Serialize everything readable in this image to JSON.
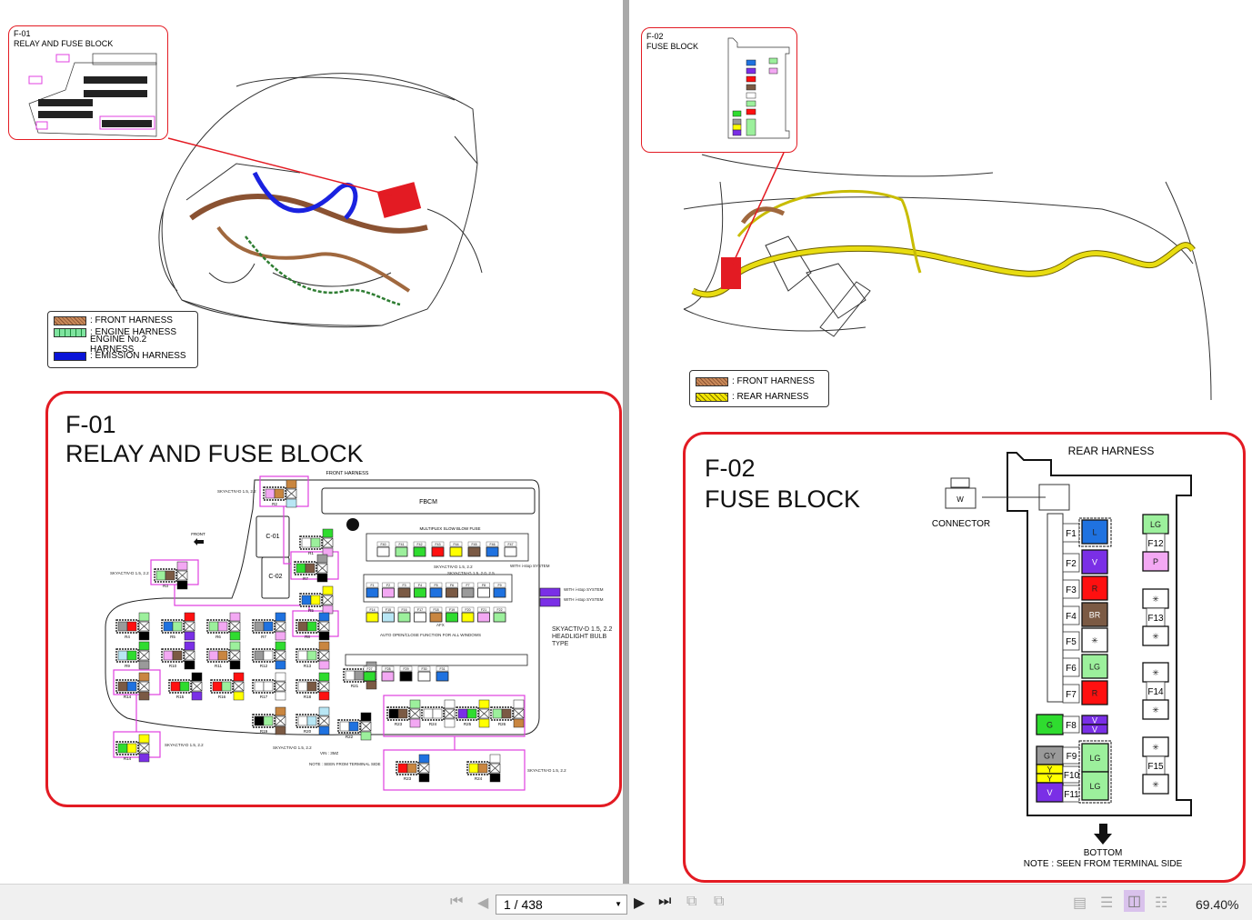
{
  "wire_colors": {
    "W": "#ffffff",
    "LG": "#9cf09c",
    "G": "#2fdc2f",
    "R": "#ff1010",
    "Y": "#ffff00",
    "BR": "#7b5a44",
    "L": "#1f72e0",
    "P": "#f3a8f3",
    "GY": "#9a9a9a",
    "SB": "#b8e6f4",
    "B": "#000000",
    "V": "#7a2fe6",
    "T": "#c98640",
    "*": "#ffffff"
  },
  "accent_red": "#e31b23",
  "left_page": {
    "inset": {
      "code": "F-01",
      "title": "RELAY AND FUSE BLOCK"
    },
    "legend": [
      {
        "pattern": "front",
        "label": ": FRONT HARNESS"
      },
      {
        "pattern": "engine",
        "label": ": ENGINE HARNESS"
      },
      {
        "pattern": "none",
        "label": "ENGINE No.2 HARNESS"
      },
      {
        "pattern": "emission",
        "label": ": EMISSION HARNESS"
      }
    ],
    "detail": {
      "code": "F-01",
      "title": "RELAY AND FUSE BLOCK",
      "front_harness": "FRONT HARNESS",
      "fbcm": "FBCM",
      "c01": "C-01",
      "c02": "C-02",
      "front": "FRONT",
      "multiplex": "MULTIPLEX SLOW BLOW FUSE",
      "notes": {
        "skyactiv_d_top": "SKYACTIV-D 1.5, 2.2",
        "skyactiv_d_left": "SKYACTIV-D 1.5, 2.2",
        "skyactiv_d_fuse": "SKYACTIV-D 1.5, 2.2",
        "skyactiv_g": "SKYACTIV-G 1.5, 2.0, 2.5",
        "with_istop": "WITH i-stop SYSTEM",
        "with_istop_2": "WITH i-stop SYSTEM",
        "with_istop_3": "WITH i-stop SYSTEM",
        "afx": "AFX",
        "auto_open": "AUTO OPEN/CLOSE FUNCTION FOR ALL WINDOWS",
        "headlight": "SKYACTIV-D 1.5, 2.2 HEADLIGHT BULB TYPE",
        "skyactiv_d_bottom": "SKYACTIV-D 1.5, 2.2",
        "vin": "VIN : 3MZ",
        "skyactiv_d_r14": "SKYACTIV-D 1.5, 2.2",
        "skyactiv_d_r2324": "SKYACTIV-D 1.5, 2.2",
        "note": "NOTE : SEEN FROM TERMINAL SIDE"
      },
      "relays": [
        {
          "label": "R2",
          "cells": [
            "P",
            "T",
            "T",
            "SB"
          ]
        },
        {
          "label": "R1",
          "cells": [
            "W",
            "LG",
            "G",
            "P"
          ]
        },
        {
          "label": "R7",
          "cells": [
            "G",
            "BR",
            "GY",
            "B"
          ]
        },
        {
          "label": "R5",
          "cells": [
            "L",
            "Y",
            "Y",
            "P"
          ]
        },
        {
          "label": "R3",
          "cells": [
            "LG",
            "BR",
            "P",
            "B"
          ]
        },
        {
          "label": "R4",
          "cells": [
            "GY",
            "R",
            "LG",
            "B"
          ]
        },
        {
          "label": "R5",
          "cells": [
            "L",
            "LG",
            "R",
            "V"
          ]
        },
        {
          "label": "R6",
          "cells": [
            "LG",
            "P",
            "P",
            "G"
          ]
        },
        {
          "label": "R7",
          "cells": [
            "GY",
            "L",
            "L",
            "P"
          ]
        },
        {
          "label": "R8",
          "cells": [
            "BR",
            "G",
            "L",
            "B"
          ]
        },
        {
          "label": "R9",
          "cells": [
            "SB",
            "G",
            "G",
            "GY"
          ]
        },
        {
          "label": "R10",
          "cells": [
            "P",
            "BR",
            "V",
            "B"
          ]
        },
        {
          "label": "R11",
          "cells": [
            "P",
            "T",
            "LG",
            "B"
          ]
        },
        {
          "label": "R12",
          "cells": [
            "GY",
            "W",
            "G",
            "L"
          ]
        },
        {
          "label": "R13",
          "cells": [
            "W",
            "LG",
            "T",
            "P"
          ]
        },
        {
          "label": "R14",
          "cells": [
            "BR",
            "L",
            "T",
            "BR"
          ]
        },
        {
          "label": "R15",
          "cells": [
            "R",
            "G",
            "B",
            "V"
          ]
        },
        {
          "label": "R16",
          "cells": [
            "R",
            "LG",
            "R",
            "Y"
          ]
        },
        {
          "label": "R17",
          "cells": [
            "*",
            "*",
            "*",
            "*"
          ]
        },
        {
          "label": "R18",
          "cells": [
            "W",
            "BR",
            "G",
            "R"
          ]
        },
        {
          "label": "R19",
          "cells": [
            "B",
            "LG",
            "T",
            "BR"
          ]
        },
        {
          "label": "R20",
          "cells": [
            "W",
            "SB",
            "SB",
            "L"
          ]
        },
        {
          "label": "R21",
          "cells": [
            "W",
            "GY",
            "GY",
            "BR"
          ]
        },
        {
          "label": "R22",
          "cells": [
            "W",
            "L",
            "B",
            "LG"
          ]
        },
        {
          "label": "R14",
          "cells": [
            "G",
            "Y",
            "Y",
            "V"
          ]
        },
        {
          "label": "R23",
          "cells": [
            "B",
            "BR",
            "LG",
            "P"
          ]
        },
        {
          "label": "R24",
          "cells": [
            "*",
            "*",
            "*",
            "*"
          ]
        },
        {
          "label": "R25",
          "cells": [
            "V",
            "G",
            "Y",
            "Y"
          ]
        },
        {
          "label": "R26",
          "cells": [
            "LG",
            "BR",
            "W",
            "T"
          ]
        },
        {
          "label": "R23",
          "cells": [
            "R",
            "T",
            "L",
            "B"
          ]
        },
        {
          "label": "R24",
          "cells": [
            "Y",
            "T",
            "W",
            "B"
          ]
        }
      ],
      "fuse_rows": [
        {
          "labels": [
            "F40",
            "F41",
            "F42",
            "F43",
            "F44",
            "F45",
            "F46",
            "F47"
          ],
          "colors": [
            "W",
            "LG",
            "G",
            "R",
            "Y",
            "BR",
            "L",
            "W"
          ]
        },
        {
          "labels": [
            "F1",
            "F2",
            "F3",
            "F4",
            "F5",
            "F6",
            "F7",
            "F8",
            "F9"
          ],
          "colors": [
            "L",
            "P",
            "BR",
            "G",
            "L",
            "BR",
            "GY",
            "W",
            "L"
          ]
        },
        {
          "labels": [
            "F14",
            "F15",
            "F16",
            "F17",
            "F18",
            "F19",
            "F20",
            "F21",
            "F22"
          ],
          "colors": [
            "Y",
            "SB",
            "LG",
            "W",
            "T",
            "G",
            "Y",
            "P",
            "LG"
          ]
        },
        {
          "labels": [
            "F27",
            "F28",
            "F29",
            "F30",
            "F31"
          ],
          "colors": [
            "G",
            "P",
            "B",
            "W",
            "L"
          ]
        }
      ]
    }
  },
  "right_page": {
    "inset": {
      "code": "F-02",
      "title": "FUSE BLOCK"
    },
    "legend": [
      {
        "pattern": "front",
        "label": ": FRONT HARNESS"
      },
      {
        "pattern": "rear",
        "label": ": REAR HARNESS"
      }
    ],
    "detail": {
      "code": "F-02",
      "title": "FUSE BLOCK",
      "rear_harness": "REAR HARNESS",
      "connector_label": "CONNECTOR",
      "connector_pin": "W",
      "bottom": "BOTTOM",
      "note": "NOTE : SEEN FROM TERMINAL SIDE",
      "left_fuses": [
        {
          "label": "F1",
          "color": "L",
          "text": "L"
        },
        {
          "label": "F2",
          "color": "V",
          "text": "V"
        },
        {
          "label": "F3",
          "color": "R",
          "text": "R"
        },
        {
          "label": "F4",
          "color": "BR",
          "text": "BR"
        },
        {
          "label": "F5",
          "color": "*",
          "text": "✳"
        },
        {
          "label": "F6",
          "color": "LG",
          "text": "LG"
        },
        {
          "label": "F7",
          "color": "R",
          "text": "R"
        }
      ],
      "f8": {
        "label": "F8",
        "left": "G",
        "right_top": "V",
        "right_bottom": "V"
      },
      "f9_11": {
        "labels": [
          "F9",
          "F10",
          "F11"
        ],
        "left": [
          {
            "color": "GY",
            "text": "GY"
          },
          {
            "color": "Y",
            "text": "Y"
          },
          {
            "color": "Y",
            "text": "Y"
          },
          {
            "color": "V",
            "text": "V"
          }
        ],
        "right": [
          "LG",
          "LG"
        ]
      },
      "right_fuses": [
        {
          "label": "F12",
          "top": {
            "color": "LG",
            "text": "LG"
          },
          "bottom": {
            "color": "P",
            "text": "P"
          }
        },
        {
          "label": "F13",
          "top": {
            "color": "*",
            "text": "✳"
          },
          "bottom": {
            "color": "*",
            "text": "✳"
          }
        },
        {
          "label": "F14",
          "top": {
            "color": "*",
            "text": "✳"
          },
          "bottom": {
            "color": "*",
            "text": "✳"
          }
        },
        {
          "label": "F15",
          "top": {
            "color": "*",
            "text": "✳"
          },
          "bottom": {
            "color": "*",
            "text": "✳"
          }
        }
      ]
    }
  },
  "viewer": {
    "page_field": "1 / 438",
    "zoom": "69.40%",
    "view_mode_active": "two-page"
  }
}
